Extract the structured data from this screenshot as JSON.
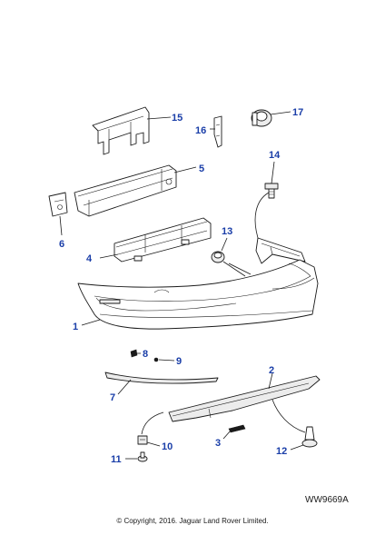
{
  "diagram": {
    "callouts": [
      {
        "id": "1",
        "label": "1"
      },
      {
        "id": "2",
        "label": "2"
      },
      {
        "id": "3",
        "label": "3"
      },
      {
        "id": "4",
        "label": "4"
      },
      {
        "id": "5",
        "label": "5"
      },
      {
        "id": "6",
        "label": "6"
      },
      {
        "id": "7",
        "label": "7"
      },
      {
        "id": "8",
        "label": "8"
      },
      {
        "id": "9",
        "label": "9"
      },
      {
        "id": "10",
        "label": "10"
      },
      {
        "id": "11",
        "label": "11"
      },
      {
        "id": "12",
        "label": "12"
      },
      {
        "id": "13",
        "label": "13"
      },
      {
        "id": "14",
        "label": "14"
      },
      {
        "id": "15",
        "label": "15"
      },
      {
        "id": "16",
        "label": "16"
      },
      {
        "id": "17",
        "label": "17"
      }
    ],
    "reference_code": "WW9669A",
    "copyright": "© Copyright, 2016. Jaguar Land Rover Limited.",
    "colors": {
      "callout": "#1a3ea8",
      "line": "#1a1a1a",
      "background": "#ffffff"
    }
  }
}
